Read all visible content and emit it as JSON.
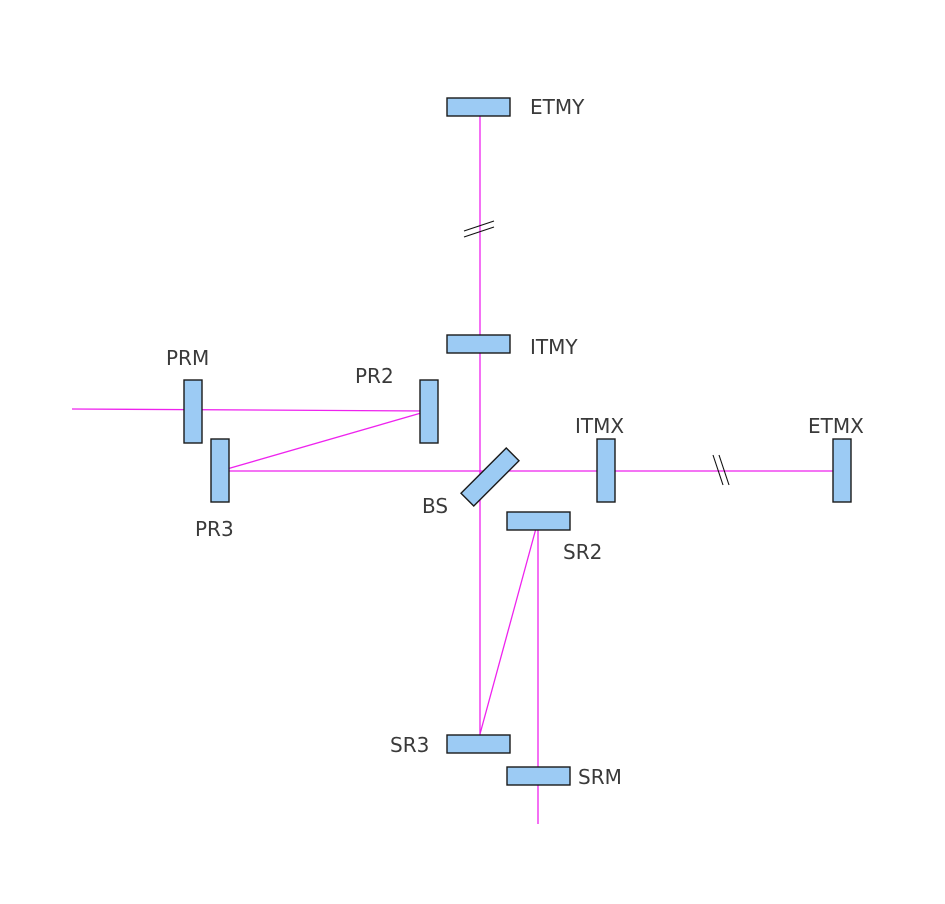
{
  "diagram": {
    "labels": {
      "etmy": "ETMY",
      "itmy": "ITMY",
      "prm": "PRM",
      "pr2": "PR2",
      "pr3": "PR3",
      "bs": "BS",
      "itmx": "ITMX",
      "etmx": "ETMX",
      "sr2": "SR2",
      "sr3": "SR3",
      "srm": "SRM"
    },
    "colors": {
      "beam": "#ee22ee",
      "mirror_fill": "#9ccbf4",
      "mirror_stroke": "#1a1a1a",
      "label": "#3a3a3a"
    }
  }
}
